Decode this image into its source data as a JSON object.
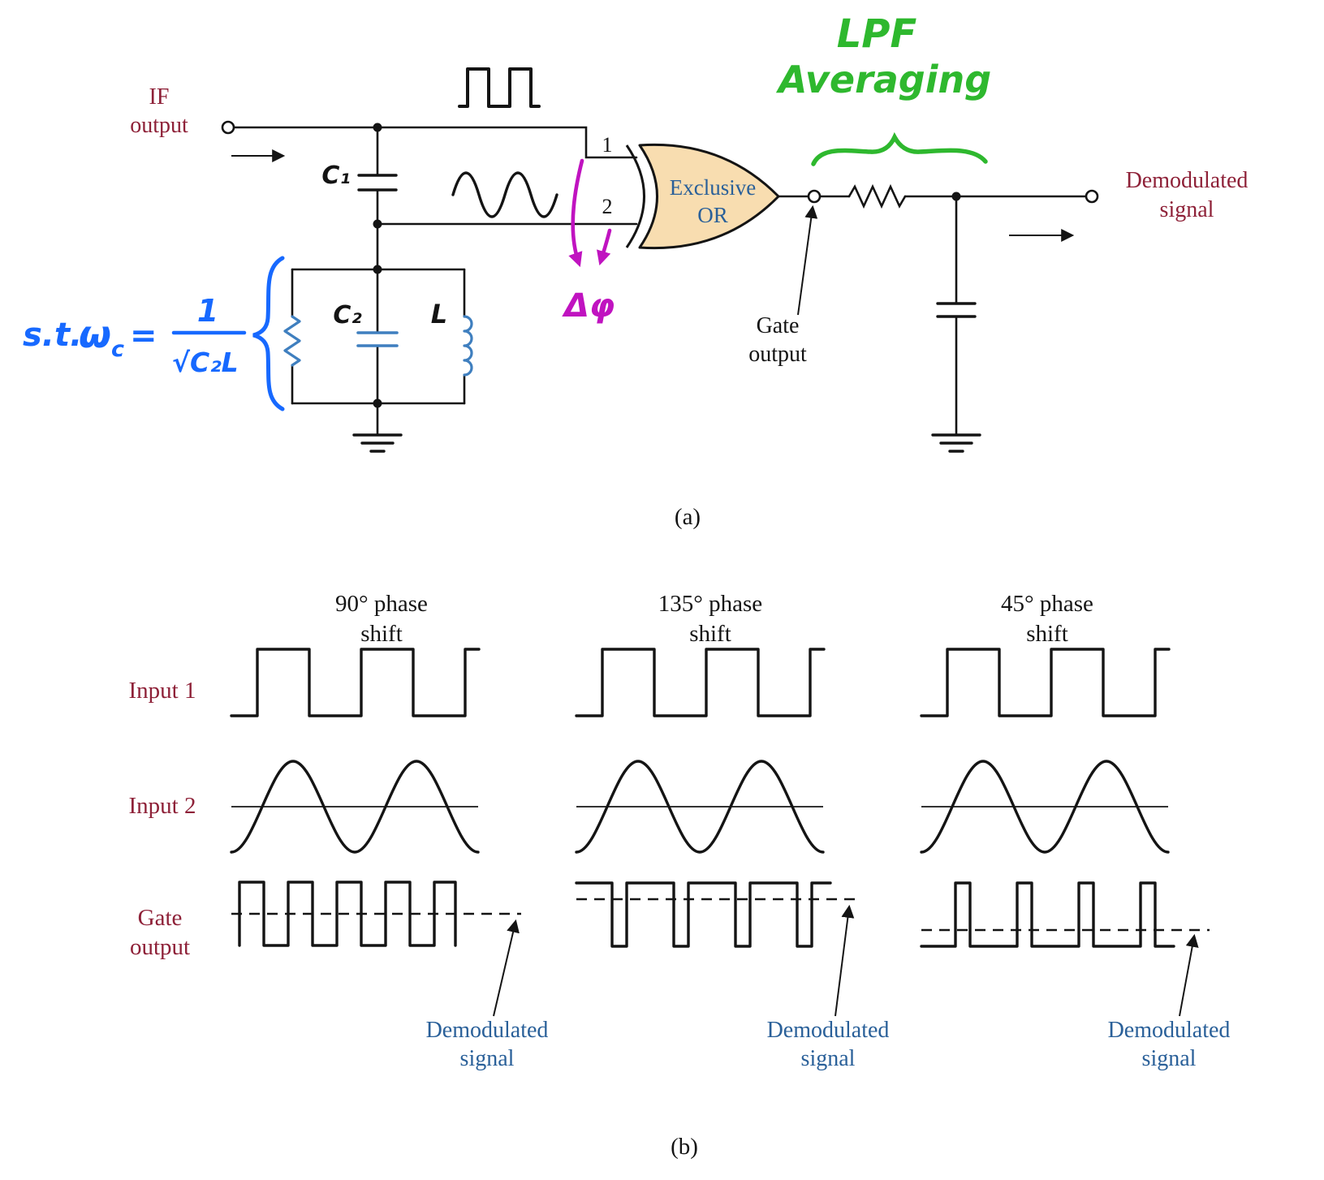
{
  "colors": {
    "ink-black": "#141414",
    "maroon": "#8e2138",
    "label-blue": "#2a6099",
    "component-blue": "#3f7fbf",
    "gate-fill": "#f8ddb0",
    "ink-green": "#2eb82e",
    "ink-blue": "#1769ff",
    "ink-magenta": "#c013c0"
  },
  "figure": {
    "caption_a": "(a)",
    "caption_b": "(b)"
  },
  "circuit": {
    "if_label_1": "IF",
    "if_label_2": "output",
    "c1_label": "C₁",
    "c2_label": "C₂",
    "inductor_label": "L",
    "xor_input_1": "1",
    "xor_input_2": "2",
    "xor_label_1": "Exclusive",
    "xor_label_2": "OR",
    "gate_output_1": "Gate",
    "gate_output_2": "output",
    "demodulated_1": "Demodulated",
    "demodulated_2": "signal"
  },
  "handwriting": {
    "lpf_1": "LPF",
    "lpf_2": "Averaging",
    "st": "s.t.",
    "omega": "ω",
    "omega_sub": "c",
    "equals": "=",
    "fraction_numerator": "1",
    "fraction_denominator": "√C₂L",
    "delta_phi": "Δφ"
  },
  "waveforms": {
    "row_input1": "Input 1",
    "row_input2": "Input 2",
    "row_gate_1": "Gate",
    "row_gate_2": "output",
    "columns": [
      {
        "header_1": "90° phase",
        "header_2": "shift",
        "demod_1": "Demodulated",
        "demod_2": "signal"
      },
      {
        "header_1": "135° phase",
        "header_2": "shift",
        "demod_1": "Demodulated",
        "demod_2": "signal"
      },
      {
        "header_1": "45° phase",
        "header_2": "shift",
        "demod_1": "Demodulated",
        "demod_2": "signal"
      }
    ]
  }
}
